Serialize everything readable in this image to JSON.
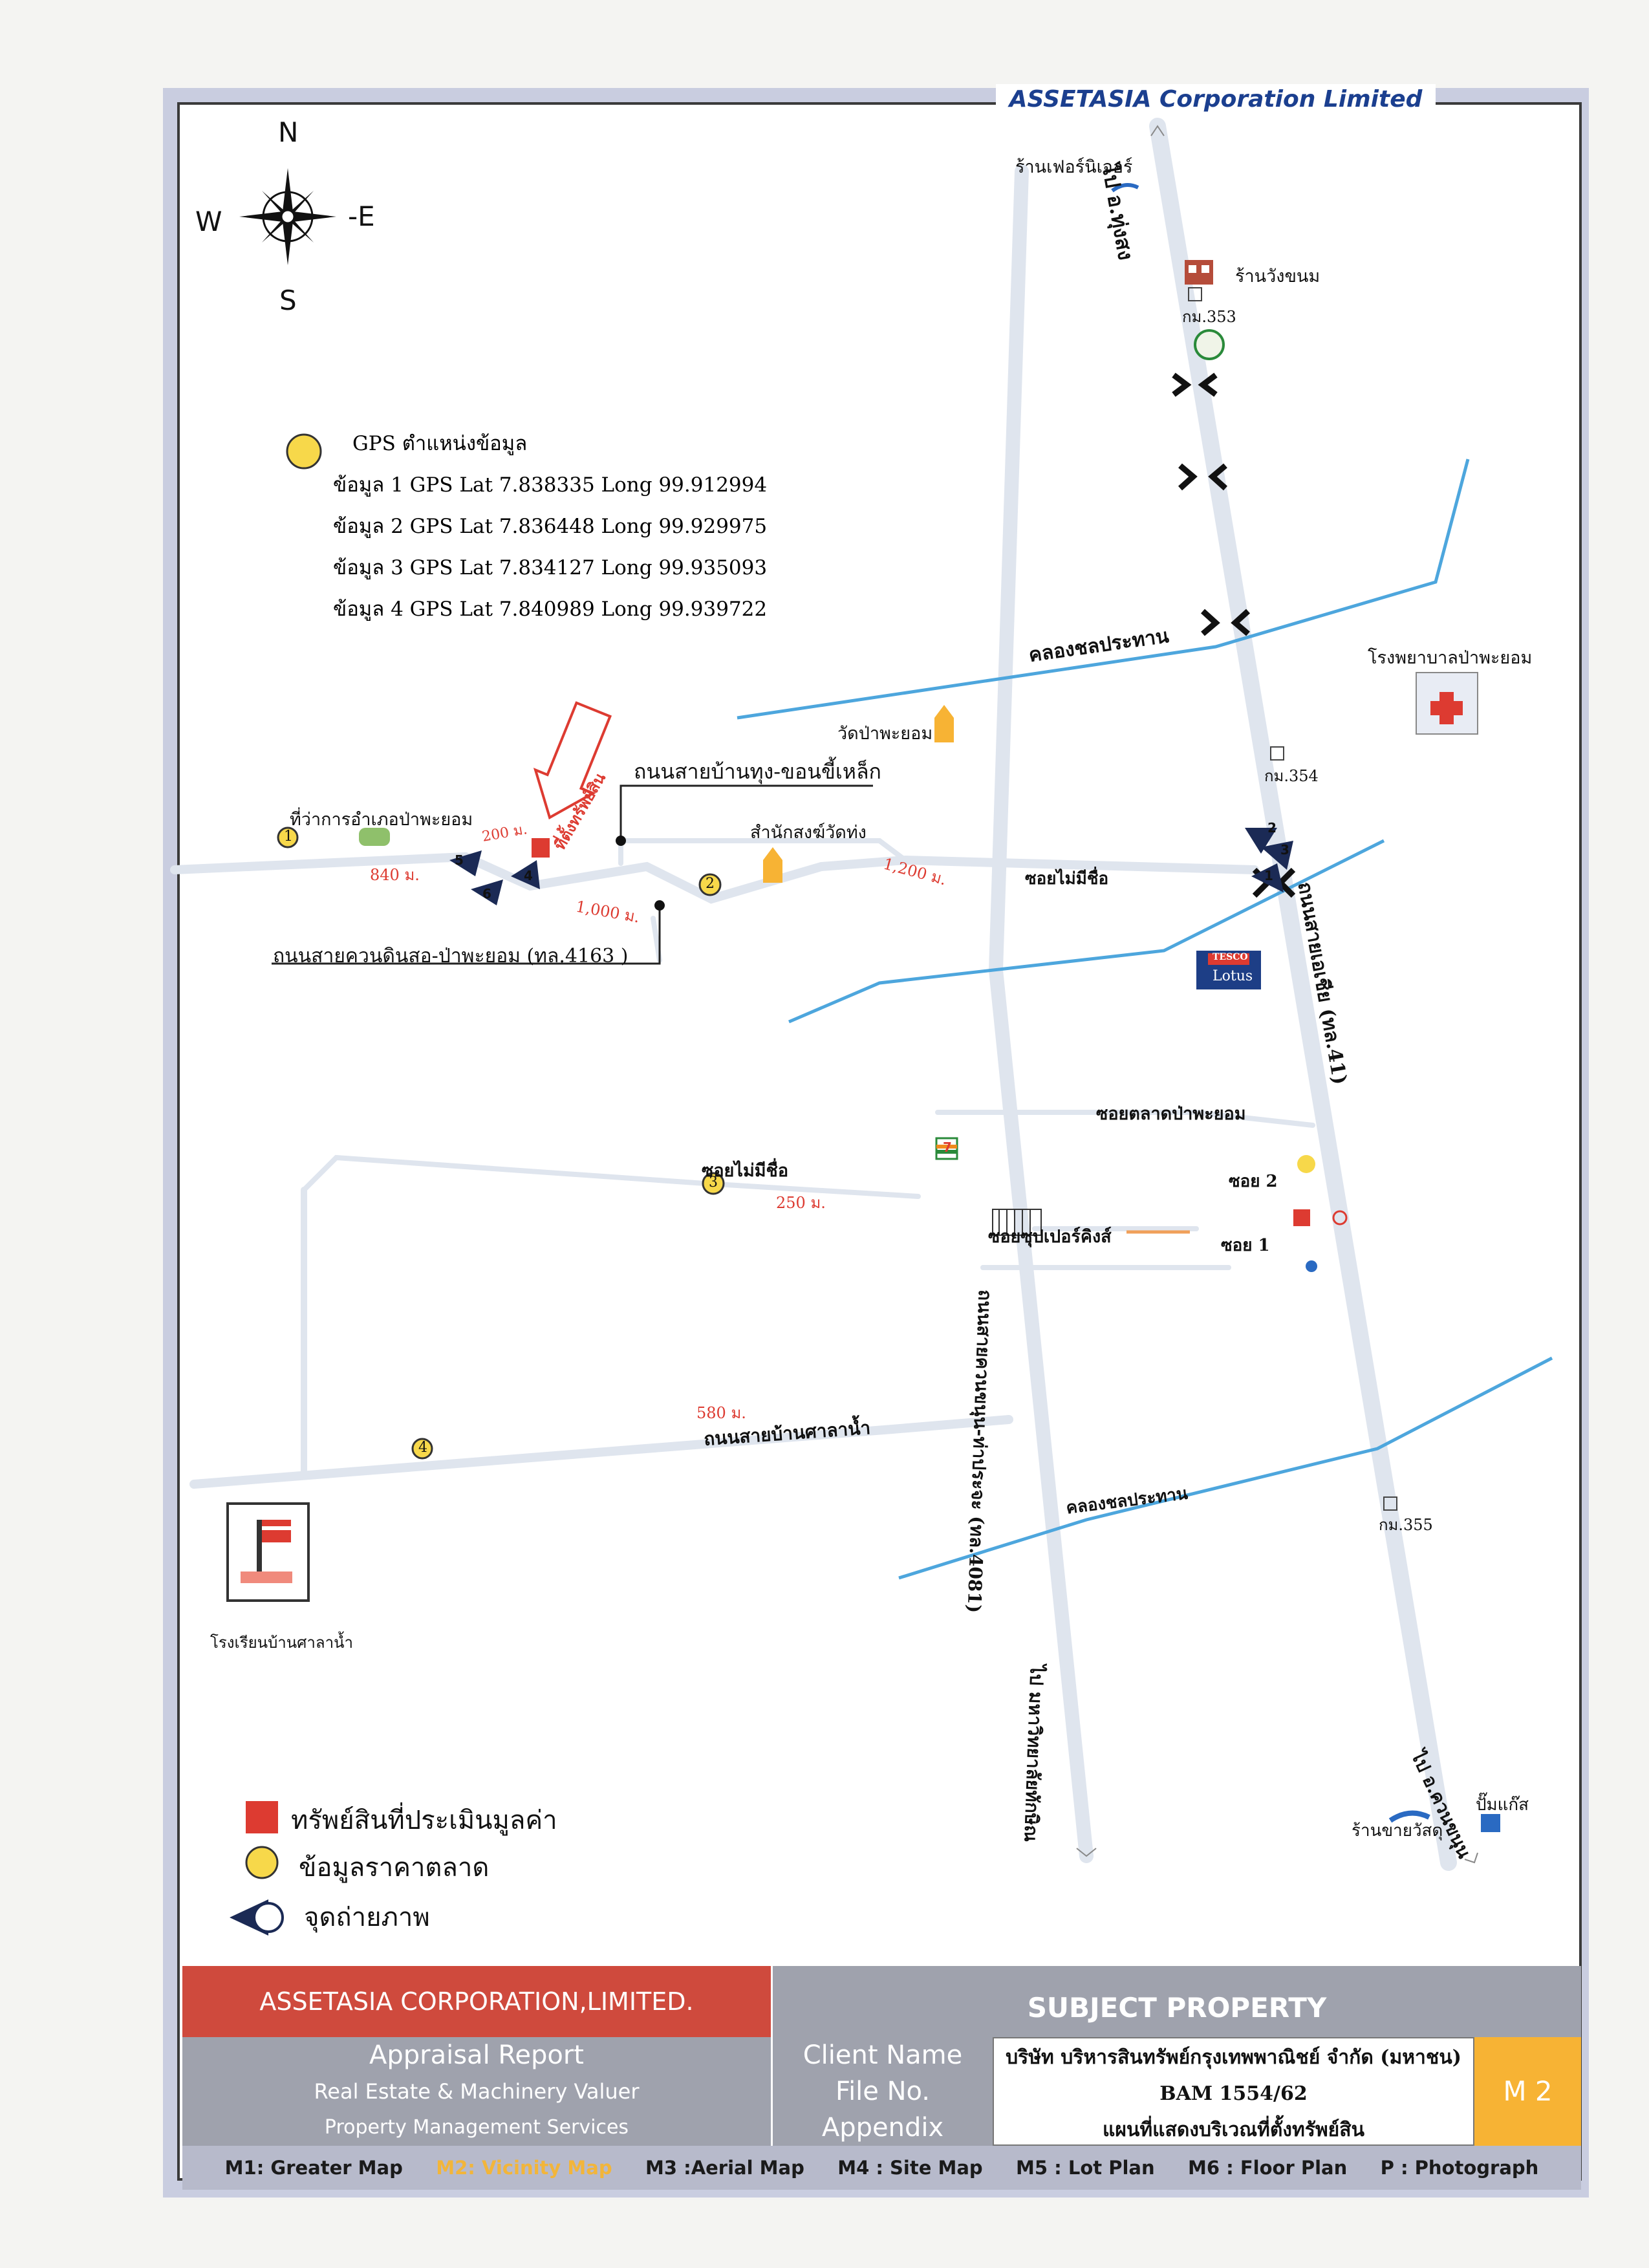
{
  "header": {
    "company": "ASSETASIA Corporation Limited"
  },
  "compass": {
    "n": "N",
    "s": "S",
    "e": "-E",
    "w": "W"
  },
  "gps_legend": {
    "title": "GPS ตำแหน่งข้อมูล",
    "rows": [
      "ข้อมูล  1 GPS Lat 7.838335  Long 99.912994",
      "ข้อมูล  2 GPS Lat 7.836448  Long 99.929975",
      "ข้อมูล  3 GPS Lat 7.834127  Long 99.935093",
      "ข้อมูล  4 GPS Lat 7.840989  Long 99.939722"
    ]
  },
  "map": {
    "labels": {
      "furniture_shop": "ร้านเฟอร์นิเจอร์",
      "to_thung_song": "ไป อ.ทุ่งสง",
      "wang_khanom": "ร้านวังขนม",
      "km353": "กม.353",
      "canal_top": "คลองชลประทาน",
      "hospital": "โรงพยาบาลป่าพะยอม",
      "temple": "วัดป่าพะยอม",
      "km354": "กม.354",
      "road_thung_khon": "ถนนสายบ้านทุง-ขอนขี้เหล็ก",
      "property_arrow": "ที่ตั้งทรัพย์สิน",
      "district_office": "ที่ว่าการอำเภอป่าพะยอม",
      "monk_office": "สำนักสงฆ์วัดท่ง",
      "dist_200": "200 ม.",
      "dist_840": "840 ม.",
      "dist_1000": "1,000 ม.",
      "dist_1200": "1,200 ม.",
      "soi_nameless_1": "ซอยไม่มีชื่อ",
      "road_khuan_din_so": "ถนนสายควนดินสอ-ป่าพะยอม  (ทล.4163 )",
      "tesco_top": "TESCO",
      "tesco_bottom": "Lotus",
      "highway41": "ถนนสายเอเชีย (ทล.41)",
      "soi_market": "ซอยตลาดป่าพะยอม",
      "soi_nameless_2": "ซอยไม่มีชื่อ",
      "dist_250": "250 ม.",
      "soi2": "ซอย 2",
      "soi_super": "ซอยซุปเปอร์คิงส์",
      "soi1": "ซอย 1",
      "road_kuan_khanun": "ถนนสายควนขนุน-ท่าประจะ (ทล.4081)",
      "dist_580": "580 ม.",
      "road_sala_nam": "ถนนสายบ้านศาลาน้ำ",
      "canal_bottom": "คลองชลประทาน",
      "km355": "กม.355",
      "school": "โรงเรียนบ้านศาลาน้ำ",
      "to_university": "ไป มหาวิทยาลัยทักษิณ",
      "to_khuan_khanun": "ไป อ.ควนขนุน",
      "gas_pump": "ปั๊มแก๊ส",
      "scrap_shop": "ร้านขายวัสดุ",
      "seven_eleven": "7"
    },
    "markers": {
      "m1": "1",
      "m2": "2",
      "m3": "3",
      "m4": "4"
    },
    "photo_points": [
      "1",
      "2",
      "3",
      "4",
      "5",
      "6"
    ]
  },
  "legend": {
    "property": "ทรัพย์สินที่ประเมินมูลค่า",
    "market": "ข้อมูลราคาตลาด",
    "photo": "จุดถ่ายภาพ"
  },
  "footer": {
    "company": "ASSETASIA CORPORATION,LIMITED.",
    "subject": "SUBJECT PROPERTY",
    "services": [
      "Appraisal Report",
      "Real Estate & Machinery Valuer",
      "Property Management Services"
    ],
    "labels": [
      "Client Name",
      "File No.",
      "Appendix"
    ],
    "values": [
      "บริษัท บริหารสินทรัพย์กรุงเทพพาณิชย์ จำกัด (มหาชน)",
      "BAM 1554/62",
      "แผนที่แสดงบริเวณที่ตั้งทรัพย์สิน"
    ],
    "page_code": "M 2",
    "tabs": [
      "M1: Greater Map",
      "M2: Vicinity Map",
      "M3 :Aerial  Map",
      "M4 : Site Map",
      "M5 :  Lot Plan",
      "M6 : Floor Plan",
      "P : Photograph"
    ],
    "active_tab": 1
  },
  "colors": {
    "road": "#dfe5ee",
    "canal": "#4da6dd",
    "route": "#222222",
    "marker": "#f7d84a",
    "property": "#dd3b31",
    "brand_red": "#cf4a3d",
    "brand_grey": "#9fa2ad",
    "brand_orange": "#f7b334"
  }
}
